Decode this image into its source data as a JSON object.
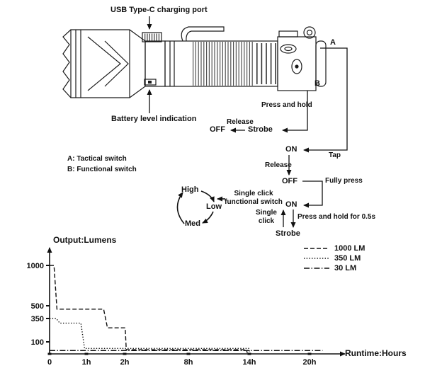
{
  "diagram": {
    "labels": {
      "usb": "USB Type-C charging port",
      "battery": "Battery level indication",
      "marker_a": "A",
      "marker_b": "B",
      "press_and_hold": "Press and hold",
      "off_top": "OFF",
      "release_top": "Release",
      "strobe_top": "Strobe",
      "legend_a": "A: Tactical switch",
      "legend_b": "B: Functional switch",
      "on_first": "ON",
      "tap": "Tap",
      "release_mid": "Release",
      "off_mid": "OFF",
      "fully_press": "Fully press",
      "on_second": "ON",
      "single_click": "Single click",
      "press_hold_half_second": "Press and hold for 0.5s",
      "strobe_bottom": "Strobe",
      "mode_high": "High",
      "mode_low": "Low",
      "mode_med": "Med",
      "single_click_functional": "Single click functional switch"
    }
  },
  "chart_data": {
    "type": "line",
    "title": "Output:Lumens",
    "xlabel": "Runtime:Hours",
    "x_axis_note": "non-linear hour axis",
    "x_ticks": [
      {
        "label": "0",
        "hours": 0
      },
      {
        "label": "1h",
        "hours": 1
      },
      {
        "label": "2h",
        "hours": 2
      },
      {
        "label": "8h",
        "hours": 8
      },
      {
        "label": "14h",
        "hours": 14
      },
      {
        "label": "20h",
        "hours": 20
      }
    ],
    "y_ticks": [
      {
        "label": "100",
        "value": 100
      },
      {
        "label": "350",
        "value": 350
      },
      {
        "label": "500",
        "value": 500
      },
      {
        "label": "1000",
        "value": 1000
      }
    ],
    "series": [
      {
        "name": "1000 LM",
        "style": "dashed",
        "points": [
          [
            0,
            1000
          ],
          [
            0.12,
            1000
          ],
          [
            0.2,
            460
          ],
          [
            1.45,
            460
          ],
          [
            1.55,
            250
          ],
          [
            2.05,
            250
          ],
          [
            2.15,
            35
          ],
          [
            13.7,
            35
          ],
          [
            13.8,
            8
          ]
        ]
      },
      {
        "name": "350 LM",
        "style": "dotted",
        "points": [
          [
            0,
            350
          ],
          [
            0.18,
            350
          ],
          [
            0.28,
            300
          ],
          [
            0.85,
            300
          ],
          [
            0.95,
            45
          ],
          [
            13.95,
            45
          ],
          [
            14.05,
            8
          ]
        ]
      },
      {
        "name": "30 LM",
        "style": "dashdot",
        "points": [
          [
            0,
            28
          ],
          [
            21.3,
            28
          ]
        ]
      }
    ]
  }
}
